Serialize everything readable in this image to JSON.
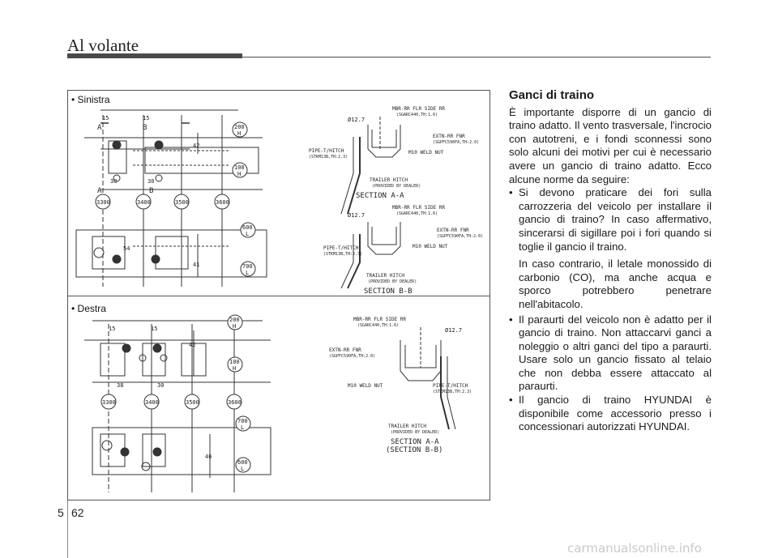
{
  "header": {
    "title": "Al volante"
  },
  "figure": {
    "top_panel": {
      "label": "• Sinistra",
      "section_a_caption": "SECTION A-A",
      "section_b_caption": "SECTION B-B",
      "dims": {
        "d15a": "15",
        "d15b": "15",
        "d38": "38",
        "d30": "30",
        "d42": "42",
        "d54": "54",
        "d41": "41",
        "marker_a": "A",
        "marker_b": "B"
      },
      "circles": [
        "3300",
        "3400",
        "3500",
        "3600"
      ],
      "side_circles": [
        {
          "num": "200",
          "letter": "H"
        },
        {
          "num": "100",
          "letter": "H"
        },
        {
          "num": "600",
          "letter": "L"
        },
        {
          "num": "700",
          "letter": "L"
        }
      ],
      "section_a_labels": {
        "dia": "Ø12.7",
        "top": "MBR-RR FLR SIDE RR",
        "top_sub": "(SGARC440,TH:1.6)",
        "right": "EXTN-RR FNR",
        "right_sub": "(SGPFC590FA,TH:2.0)",
        "left": "PIPE-T/HITCH",
        "left_sub": "(STKM13B,TH:2.3)",
        "nut": "M10 WELD NUT",
        "hitch": "TRAILER HITCH",
        "hitch_sub": "(PROVIDED BY DEALER)"
      }
    },
    "bottom_panel": {
      "label": "• Destra",
      "section_caption_1": "SECTION A-A",
      "section_caption_2": "(SECTION B-B)",
      "dims": {
        "d15a": "15",
        "d15b": "15",
        "d38": "38",
        "d30": "30",
        "d42": "42",
        "d46": "46"
      },
      "circles": [
        "3300",
        "3400",
        "3500",
        "3600"
      ],
      "side_circles": [
        {
          "num": "200",
          "letter": "H"
        },
        {
          "num": "100",
          "letter": "H"
        },
        {
          "num": "700",
          "letter": "L"
        },
        {
          "num": "600",
          "letter": "L"
        }
      ],
      "labels": {
        "dia": "Ø12.7",
        "top": "MBR-RR FLR SIDE RR",
        "top_sub": "(SGARC440,TH:1.6)",
        "left": "EXTN-RR FNR",
        "left_sub": "(SGPFC590FA,TH:2.0)",
        "right": "PIPE-T/HITCH",
        "right_sub": "(STKM13B,TH:2.3)",
        "nut": "M10 WELD NUT",
        "hitch": "TRAILER HITCH",
        "hitch_sub": "(PROVIDED BY DEALER)"
      }
    }
  },
  "content": {
    "heading": "Ganci di traino",
    "intro": "È importante disporre di un gancio di traino adatto. Il vento trasversale, l'incrocio con autotreni, e i fondi sconnessi sono solo alcuni dei motivi per cui è necessario avere un gancio di traino adatto. Ecco alcune norme da seguire:",
    "bullets": [
      "Si devono praticare dei fori sulla carrozzeria del veicolo per installare il gancio di traino? In caso affermativo, sincerarsi di sigillare poi i fori quando si toglie il gancio il traino.",
      "Il paraurti del veicolo non è adatto per il gancio di traino. Non attaccarvi ganci a noleggio o altri ganci del tipo a paraurti. Usare solo un gancio fissato al telaio che non debba essere attaccato al paraurti.",
      "Il gancio di traino HYUNDAI è disponibile come accessorio presso i concessionari autorizzati HYUNDAI."
    ],
    "bullet1_continuation": "In caso contrario, il letale monossido di carbonio (CO), ma anche acqua e sporco potrebbero penetrare nell'abitacolo."
  },
  "footer": {
    "chapter": "5",
    "page": "62"
  },
  "watermark": "carmanualsonline.info"
}
